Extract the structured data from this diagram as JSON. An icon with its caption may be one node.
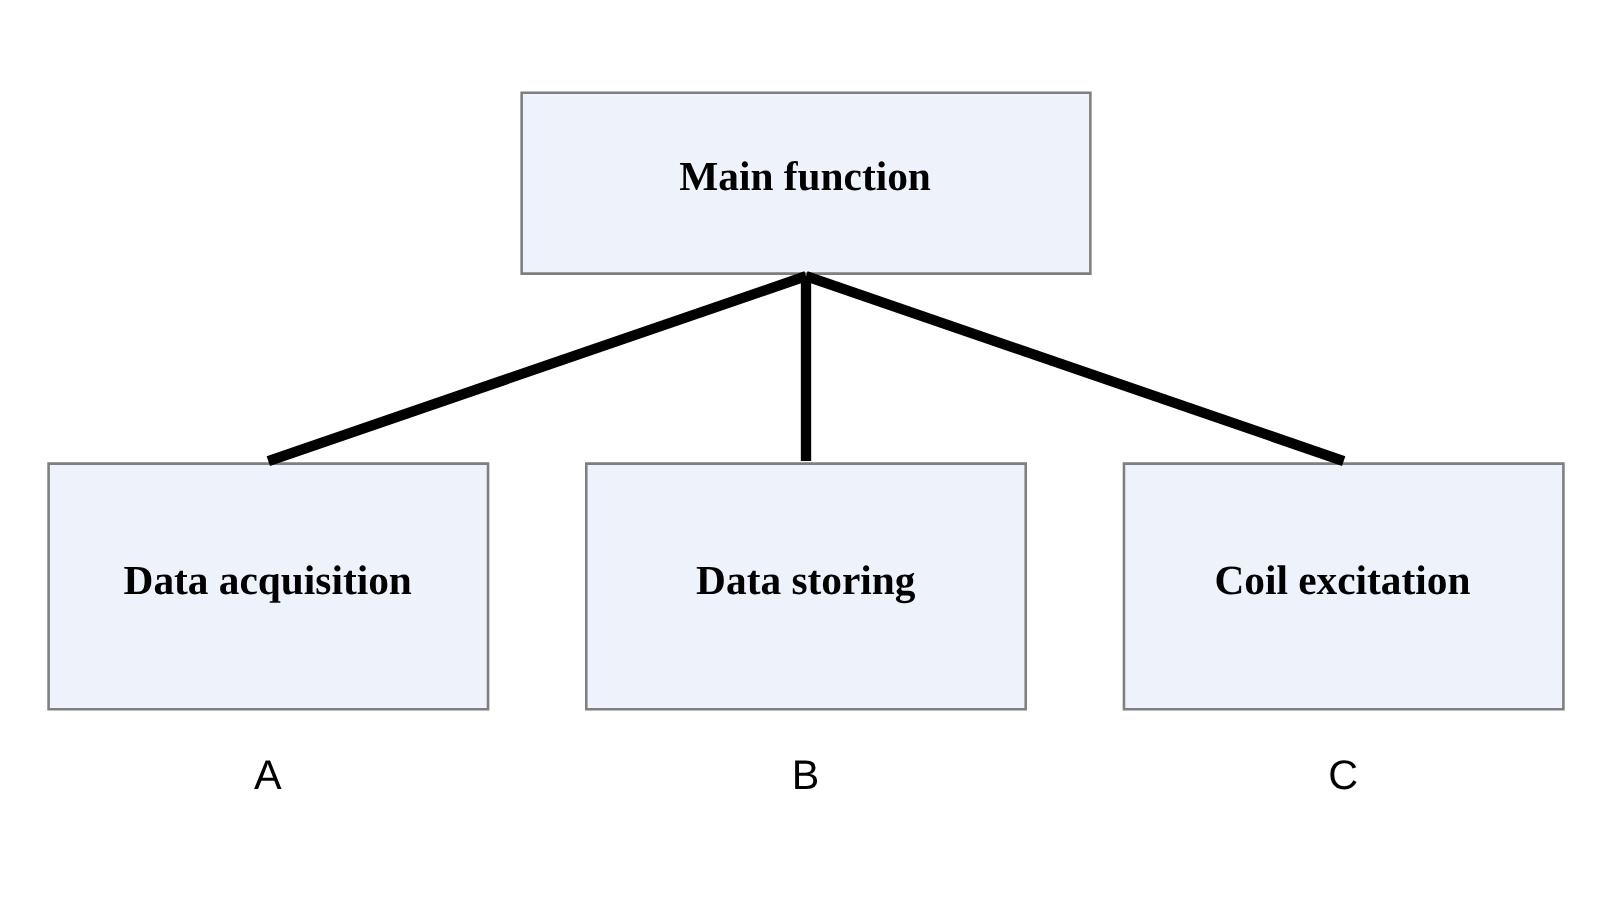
{
  "diagram": {
    "nodes": [
      {
        "text": [
          "Main function"
        ]
      },
      {
        "text": [
          "Data acquisition"
        ],
        "beside": [
          "A"
        ]
      },
      {
        "text": [
          "Data storing"
        ],
        "beside": [
          "B"
        ]
      },
      {
        "text": [
          "Coil excitation"
        ],
        "beside": [
          "C"
        ]
      }
    ],
    "edges": [
      {
        "from": 0,
        "to": 1,
        "arrow": "none"
      },
      {
        "from": 0,
        "to": 2,
        "arrow": "none"
      },
      {
        "from": 0,
        "to": 3,
        "arrow": "none"
      }
    ]
  }
}
